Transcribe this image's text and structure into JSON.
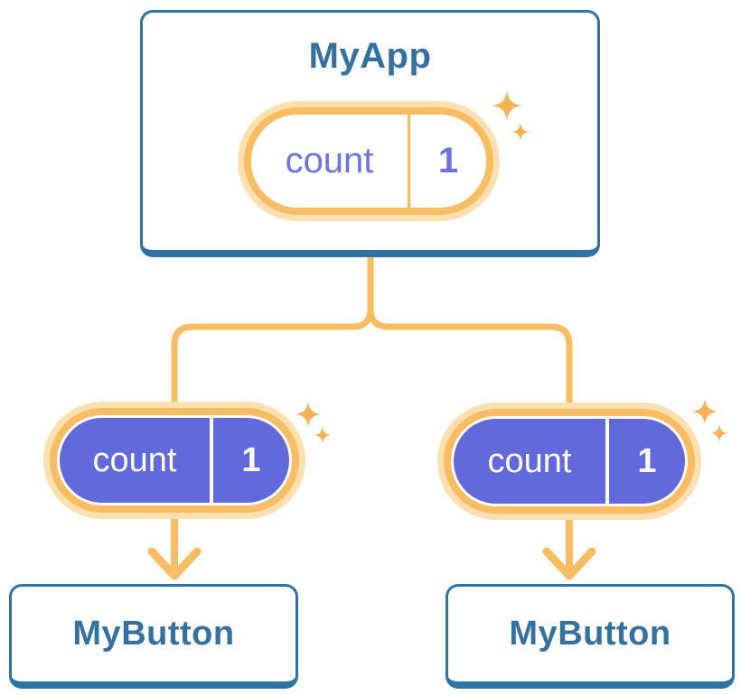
{
  "root_card": {
    "title": "MyApp",
    "state": {
      "label": "count",
      "value": "1"
    }
  },
  "children": [
    {
      "title": "MyButton",
      "prop": {
        "label": "count",
        "value": "1"
      }
    },
    {
      "title": "MyButton",
      "prop": {
        "label": "count",
        "value": "1"
      }
    }
  ],
  "colors": {
    "card_border_blue": "#2F73A5",
    "title_text_blue": "#35719E",
    "pill_purple": "#6269DB",
    "pill_text_purple": "#6B74E2",
    "line_orange": "#F8BC62",
    "halo_orange": "#FDDFB0",
    "sparkle_orange": "#F5B155",
    "background": "#FFFFFF"
  }
}
